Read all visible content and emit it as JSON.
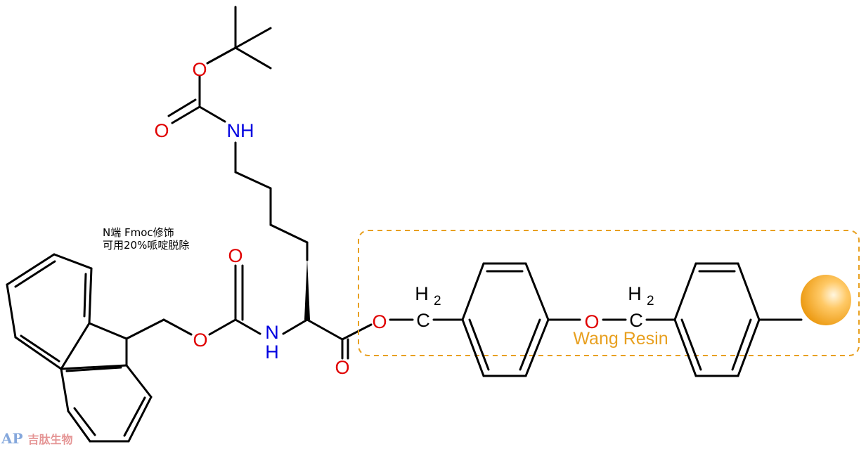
{
  "atoms": {
    "oxygen": "O",
    "nitrogen": "N",
    "nh": "NH",
    "hydrogen": "H",
    "carbon": "C",
    "subscript_2": "2"
  },
  "annotation": {
    "line1": "N端 Fmoc修饰",
    "line2": "可用20%哌啶脱除"
  },
  "resin": {
    "label": "Wang Resin"
  },
  "watermark": {
    "logo": "AP",
    "text": "吉肽生物"
  },
  "colors": {
    "oxygen": "#e00000",
    "nitrogen": "#0000e0",
    "bond": "#000000",
    "resin_accent": "#e8a020",
    "bead": "#f5a623"
  }
}
